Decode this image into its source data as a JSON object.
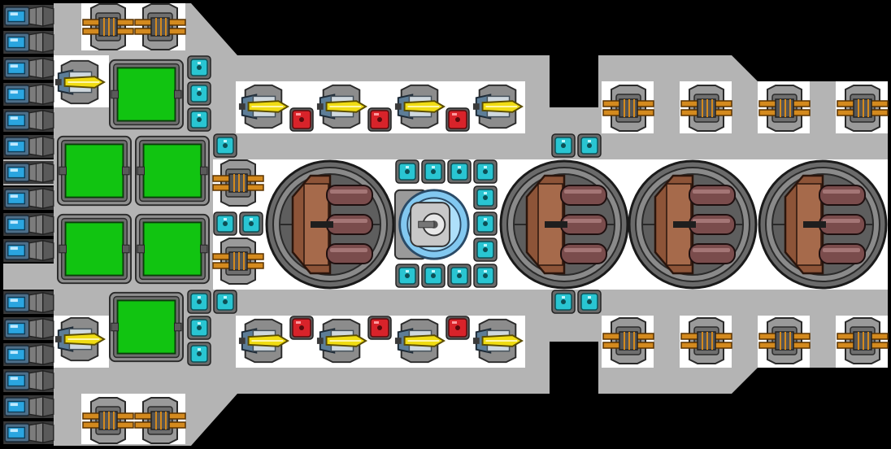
{
  "scene": "ship-blueprint",
  "colors": {
    "background": "#000000",
    "hull": "#b4b4b4",
    "white_cell": "#ffffff",
    "power_green": "#11c411",
    "battery_cyan": "#29c5d2",
    "crystal_yellow": "#f0dc14",
    "conduit_red": "#d8232a",
    "brass": "#d48a1e",
    "turret_brown": "#8d5438",
    "rotor_blue": "#82c8f0"
  },
  "icons": {
    "thruster": "thruster-icon",
    "power_block": "power-block-icon",
    "battery": "battery-icon",
    "laser_cannon": "laser-cannon-icon",
    "railgun": "railgun-icon",
    "red_conduit": "conduit-icon",
    "triple_turret": "triple-barrel-turret-icon",
    "core": "reactor-core-icon"
  },
  "counts": {
    "thrusters": 16,
    "power_blocks": 6,
    "laser_cannons": 10,
    "railguns": 14,
    "conduits": 6,
    "triple_turrets": 4,
    "cores": 1
  }
}
